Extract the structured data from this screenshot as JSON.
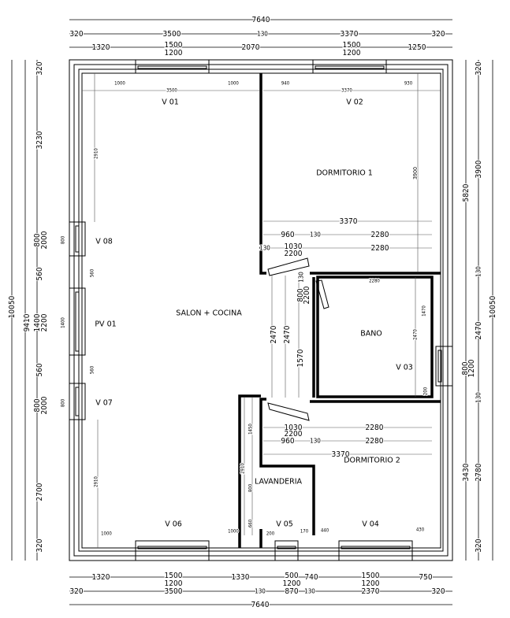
{
  "title": "Floor plan",
  "rooms": {
    "v01": "V 01",
    "v02": "V 02",
    "dormitorio1": "DORMITORIO 1",
    "v08": "V 08",
    "pv01": "PV 01",
    "v07": "V 07",
    "salon": "SALON + COCINA",
    "bano": "BANO",
    "v03": "V 03",
    "dormitorio2": "DORMITORIO 2",
    "lavanderia": "LAVANDERIA",
    "v06": "V 06",
    "v05": "V 05",
    "v04": "V 04"
  },
  "dimensions": {
    "top": [
      "7640",
      "320",
      "3500",
      "130",
      "3370",
      "320",
      "1320",
      "1500",
      "1200",
      "2070",
      "1500",
      "1200",
      "1250"
    ],
    "bottom": [
      "1320",
      "1500",
      "1200",
      "1330",
      "500",
      "1200",
      "740",
      "1500",
      "1200",
      "750",
      "320",
      "3500",
      "130",
      "870",
      "130",
      "2370",
      "320",
      "7640"
    ],
    "left": [
      "10050",
      "9410",
      "320",
      "3230",
      "800",
      "2000",
      "560",
      "1400",
      "2200",
      "560",
      "800",
      "2000",
      "2700",
      "320",
      "800",
      "1400",
      "800",
      "560",
      "560",
      "2910",
      "2910"
    ],
    "right": [
      "5820",
      "320",
      "3900",
      "130",
      "2470",
      "130",
      "2780",
      "320",
      "800",
      "1200",
      "3430",
      "10050"
    ],
    "interior": [
      "1000",
      "3500",
      "1000",
      "940",
      "3370",
      "930",
      "3900",
      "3370",
      "960",
      "130",
      "2280",
      "130",
      "1030",
      "2200",
      "2280",
      "2470",
      "2470",
      "800",
      "2200",
      "1570",
      "130",
      "2280",
      "2470",
      "1470",
      "200",
      "1030",
      "2200",
      "2280",
      "960",
      "130",
      "2280",
      "3370",
      "2910",
      "1450",
      "800",
      "660",
      "1000",
      "1000",
      "200",
      "170",
      "440",
      "430"
    ]
  }
}
